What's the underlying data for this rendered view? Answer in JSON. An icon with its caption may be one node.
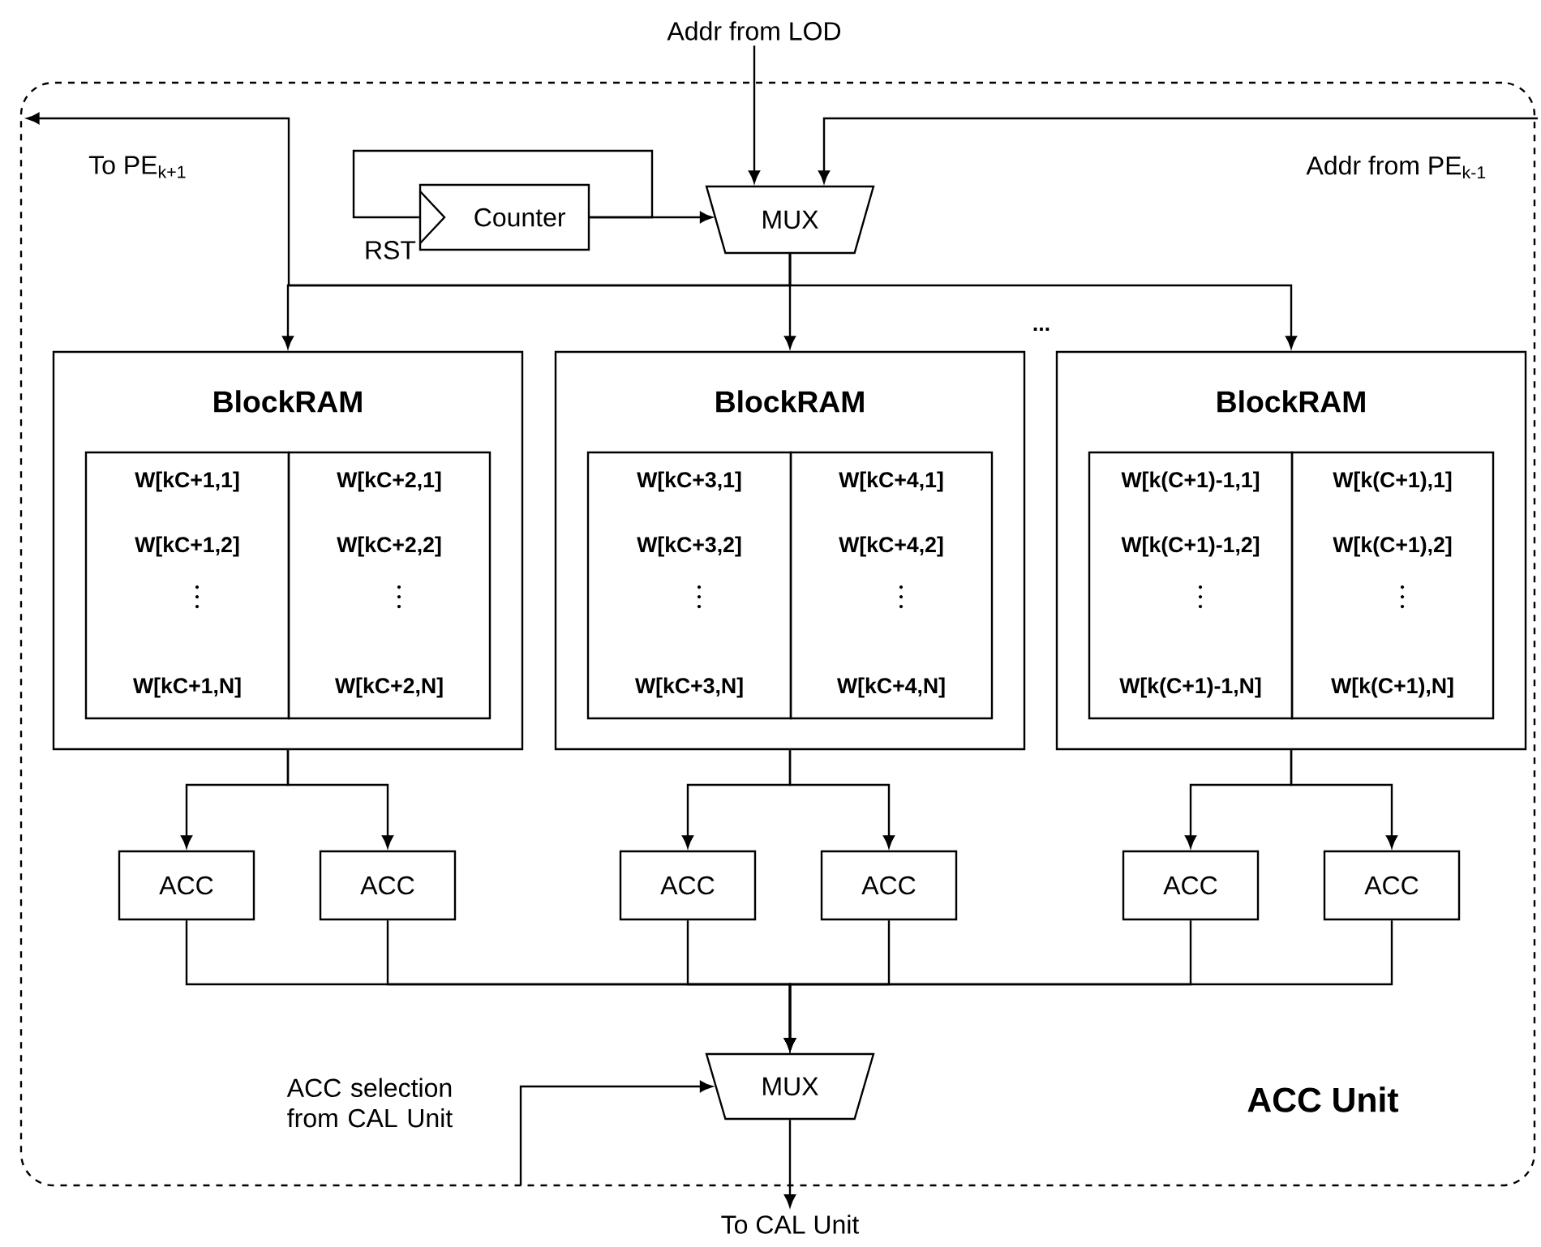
{
  "diagram": {
    "nodes": [
      {
        "text": [
          "ACC Unit"
        ]
      },
      {
        "text": [
          "Addr from LOD"
        ]
      },
      {
        "text": [
          "Counter"
        ],
        "beside": [
          "RST"
        ],
        "in": 0
      },
      {
        "text": [
          "MUX"
        ],
        "in": 0
      },
      {
        "text": [
          "BlockRAM"
        ],
        "in": 0
      },
      {
        "text": [
          "W[kC+1,1]",
          "W[kC+1,2]",
          "W[kC+1,N]"
        ],
        "in": 4
      },
      {
        "text": [
          "W[kC+2,1]",
          "W[kC+2,2]",
          "W[kC+2,N]"
        ],
        "in": 4
      },
      {
        "text": [
          "BlockRAM"
        ],
        "in": 0
      },
      {
        "text": [
          "W[kC+3,1]",
          "W[kC+3,2]",
          "W[kC+3,N]"
        ],
        "in": 7
      },
      {
        "text": [
          "W[kC+4,1]",
          "W[kC+4,2]",
          "W[kC+4,N]"
        ],
        "in": 7
      },
      {
        "text": [
          "BlockRAM"
        ],
        "in": 0
      },
      {
        "text": [
          "W[k(C+1)-1,1]",
          "W[k(C+1)-1,2]",
          "W[k(C+1)-1,N]"
        ],
        "in": 10
      },
      {
        "text": [
          "W[k(C+1),1]",
          "W[k(C+1),2]",
          "W[k(C+1),N]"
        ],
        "in": 10
      },
      {
        "text": [
          "ACC"
        ],
        "in": 0
      },
      {
        "text": [
          "ACC"
        ],
        "in": 0
      },
      {
        "text": [
          "ACC"
        ],
        "in": 0
      },
      {
        "text": [
          "ACC"
        ],
        "in": 0
      },
      {
        "text": [
          "ACC"
        ],
        "in": 0
      },
      {
        "text": [
          "ACC"
        ],
        "in": 0
      },
      {
        "text": [
          "MUX"
        ],
        "in": 0
      },
      {
        "text": [
          "To CAL Unit"
        ]
      }
    ],
    "edges": [
      {
        "from": 1,
        "to": 3,
        "arrow": "to"
      },
      {
        "from": null,
        "to": 3,
        "arrow": "to"
      },
      {
        "from": 2,
        "to": 3,
        "arrow": "to"
      },
      {
        "from": 2,
        "to": 2,
        "arrow": "none"
      },
      {
        "from": 3,
        "to": 4,
        "arrow": "to"
      },
      {
        "from": 3,
        "to": 7,
        "arrow": "to"
      },
      {
        "from": 3,
        "to": 10,
        "arrow": "to"
      },
      {
        "from": 3,
        "to": null,
        "arrow": "to"
      },
      {
        "from": 4,
        "to": 13,
        "arrow": "to"
      },
      {
        "from": 4,
        "to": 14,
        "arrow": "to"
      },
      {
        "from": 7,
        "to": 15,
        "arrow": "to"
      },
      {
        "from": 7,
        "to": 16,
        "arrow": "to"
      },
      {
        "from": 10,
        "to": 17,
        "arrow": "to"
      },
      {
        "from": 10,
        "to": 18,
        "arrow": "to"
      },
      {
        "from": 13,
        "to": 19,
        "arrow": "to"
      },
      {
        "from": 14,
        "to": 19,
        "arrow": "to"
      },
      {
        "from": 15,
        "to": 19,
        "arrow": "to"
      },
      {
        "from": 16,
        "to": 19,
        "arrow": "to"
      },
      {
        "from": 17,
        "to": 19,
        "arrow": "to"
      },
      {
        "from": 18,
        "to": 19,
        "arrow": "to"
      },
      {
        "from": null,
        "to": 19,
        "arrow": "to"
      },
      {
        "from": 19,
        "to": 20,
        "arrow": "to"
      }
    ],
    "labels": [
      "To PE$_{k+1}$",
      "Addr from PE$_{k-1}$",
      "...",
      "ACC selection from CAL Unit"
    ]
  }
}
